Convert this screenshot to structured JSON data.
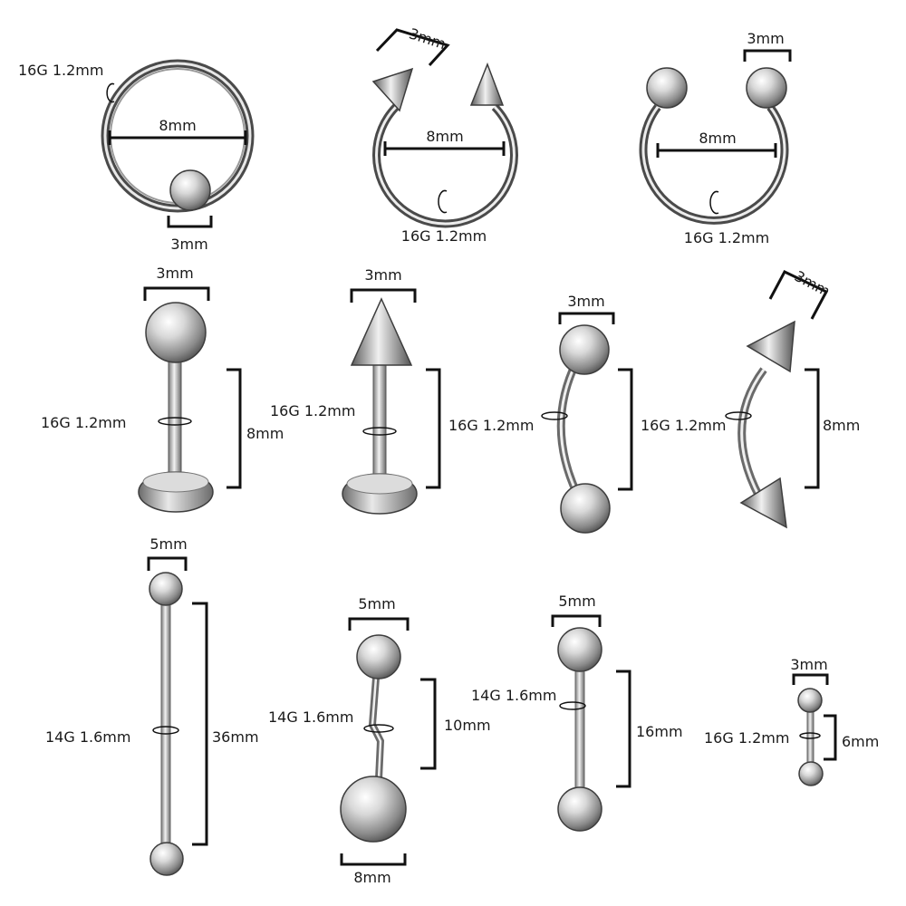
{
  "labels": {
    "ring_captive": {
      "gauge": "16G 1.2mm",
      "diameter": "8mm",
      "ball": "3mm"
    },
    "horseshoe_spike": {
      "ball": "3mm",
      "diameter": "8mm",
      "gauge": "16G 1.2mm"
    },
    "horseshoe_ball": {
      "ball": "3mm",
      "diameter": "8mm",
      "gauge": "16G 1.2mm"
    },
    "labret_ball": {
      "ball": "3mm",
      "gauge": "16G 1.2mm",
      "length": "8mm"
    },
    "labret_spike": {
      "ball": "3mm",
      "gauge": "16G 1.2mm"
    },
    "curved_ball": {
      "ball": "3mm",
      "gauge": "16G 1.2mm"
    },
    "curved_spike": {
      "ball": "3mm",
      "gauge": "16G 1.2mm",
      "length": "8mm"
    },
    "industrial": {
      "ball": "5mm",
      "gauge": "14G 1.6mm",
      "length": "36mm"
    },
    "belly": {
      "ball_top": "5mm",
      "gauge": "14G 1.6mm",
      "length": "10mm",
      "ball_bottom": "8mm"
    },
    "tongue": {
      "ball": "5mm",
      "gauge": "14G 1.6mm",
      "length": "16mm"
    },
    "mini": {
      "ball": "3mm",
      "gauge": "16G 1.2mm",
      "length": "6mm"
    }
  },
  "colors": {
    "steel_light": "#f4f4f4",
    "steel_mid": "#b5b5b5",
    "steel_dark": "#555555",
    "outline": "#3d3d3d",
    "bracket": "#111111"
  }
}
